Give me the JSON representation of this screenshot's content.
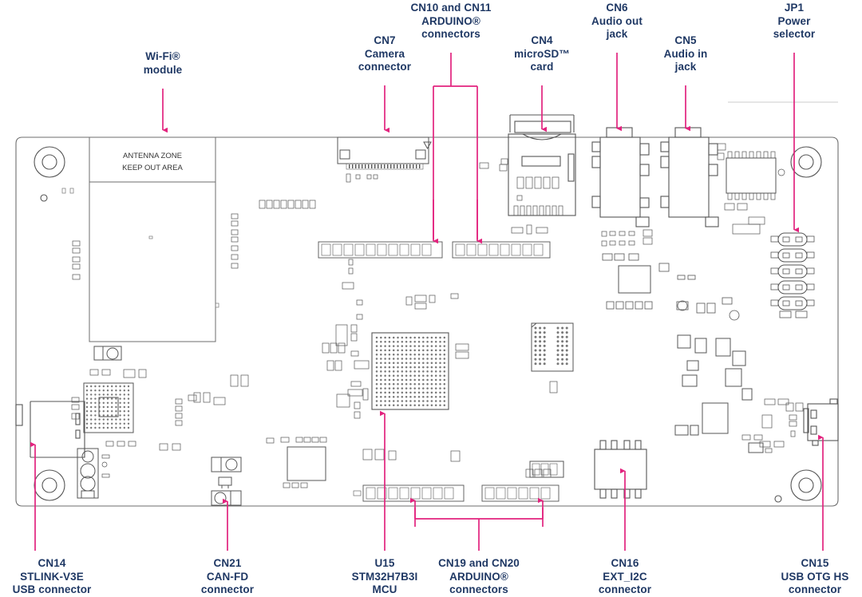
{
  "diagram": {
    "title": "STM32H7B3I-DK board top layout",
    "accent_color": "#E2237E",
    "label_color": "#1F3864",
    "board_outline_color": "#6E6E6E",
    "silkscreen_color": "#555555"
  },
  "board": {
    "antenna_zone": {
      "line1": "ANTENNA ZONE",
      "line2": "KEEP OUT AREA"
    }
  },
  "callouts": [
    {
      "id": "wifi-module",
      "name": "callout-wifi-module",
      "lines": [
        "Wi-Fi®",
        "module"
      ],
      "position": "top"
    },
    {
      "id": "cn7-camera",
      "name": "callout-cn7-camera-connector",
      "lines": [
        "CN7",
        "Camera",
        "connector"
      ],
      "position": "top"
    },
    {
      "id": "cn10-cn11-arduino",
      "name": "callout-cn10-cn11-arduino-connectors",
      "lines": [
        "CN10 and CN11",
        "ARDUINO®",
        "connectors"
      ],
      "position": "top"
    },
    {
      "id": "cn4-microsd",
      "name": "callout-cn4-microsd-card",
      "lines": [
        "CN4",
        "microSD™",
        "card"
      ],
      "position": "top"
    },
    {
      "id": "cn6-audio-out",
      "name": "callout-cn6-audio-out-jack",
      "lines": [
        "CN6",
        "Audio out",
        "jack"
      ],
      "position": "top"
    },
    {
      "id": "cn5-audio-in",
      "name": "callout-cn5-audio-in-jack",
      "lines": [
        "CN5",
        "Audio in",
        "jack"
      ],
      "position": "top"
    },
    {
      "id": "jp1-power-selector",
      "name": "callout-jp1-power-selector",
      "lines": [
        "JP1",
        "Power",
        "selector"
      ],
      "position": "top"
    },
    {
      "id": "cn14-stlink",
      "name": "callout-cn14-stlink-v3e-usb-connector",
      "lines": [
        "CN14",
        "STLINK-V3E",
        "USB connector"
      ],
      "position": "bottom"
    },
    {
      "id": "cn21-canfd",
      "name": "callout-cn21-can-fd-connector",
      "lines": [
        "CN21",
        "CAN-FD",
        "connector"
      ],
      "position": "bottom"
    },
    {
      "id": "u15-mcu",
      "name": "callout-u15-stm32h7b3i-mcu",
      "lines": [
        "U15",
        "STM32H7B3I",
        "MCU"
      ],
      "position": "bottom"
    },
    {
      "id": "cn19-cn20-arduino",
      "name": "callout-cn19-cn20-arduino-connectors",
      "lines": [
        "CN19 and CN20",
        "ARDUINO®",
        "connectors"
      ],
      "position": "bottom"
    },
    {
      "id": "cn16-ext-i2c",
      "name": "callout-cn16-ext-i2c-connector",
      "lines": [
        "CN16",
        "EXT_I2C",
        "connector"
      ],
      "position": "bottom"
    },
    {
      "id": "cn15-usb-otg",
      "name": "callout-cn15-usb-otg-hs-connector",
      "lines": [
        "CN15",
        "USB OTG HS",
        "connector"
      ],
      "position": "bottom"
    }
  ]
}
